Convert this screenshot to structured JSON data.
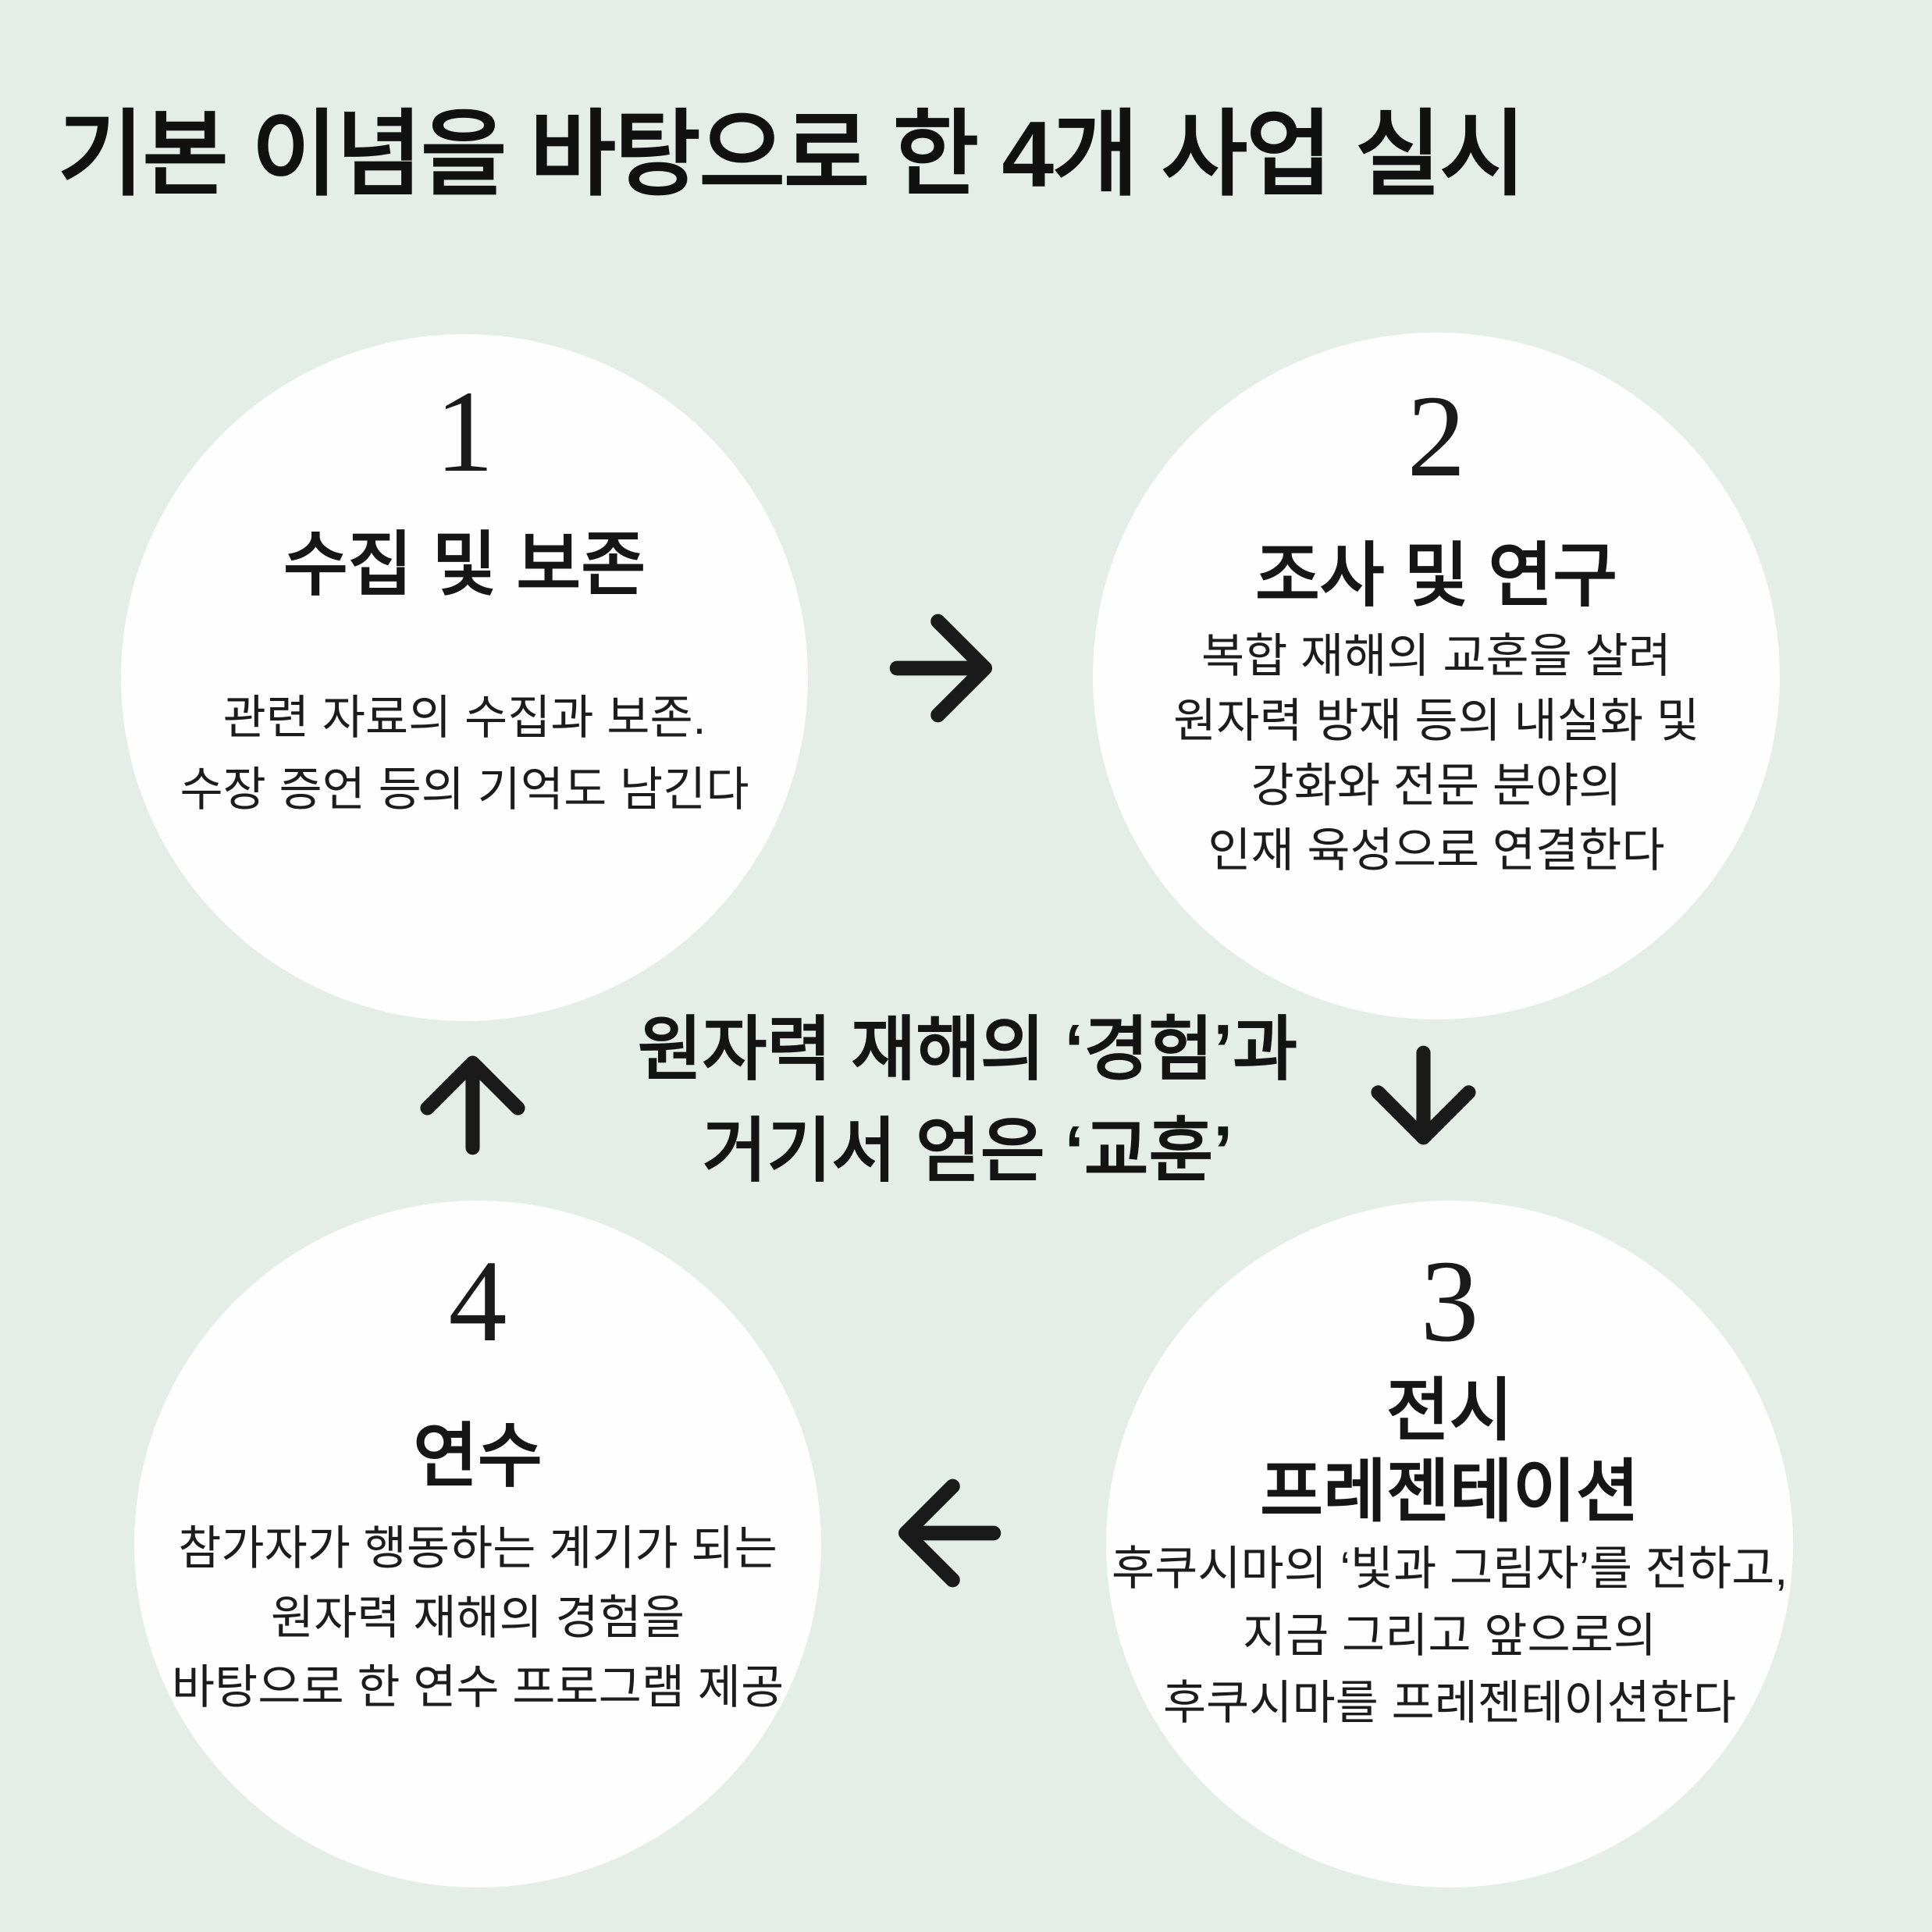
{
  "page": {
    "title": "기본 이념을 바탕으로 한 4개 사업 실시",
    "background_color": "#e4eee6",
    "circle_color": "#fefefe",
    "text_color": "#141414",
    "arrow_color": "#1a1a1a"
  },
  "center": {
    "text": "원자력 재해의 ‘경험’과\n거기서 얻은 ‘교훈’",
    "line1": "원자력 재해의 ‘경험’과",
    "line2": "거기서 얻은 ‘교훈’"
  },
  "steps": [
    {
      "number": "1",
      "title": "수집 및 보존",
      "lines": [
        "관련 자료의 수집과 보존.",
        "수장 증언 등의 기억도 남긴다"
      ]
    },
    {
      "number": "2",
      "title": "조사 및 연구",
      "lines": [
        "복합 재해의 교훈을 살려",
        "원자력 방재 등의 내실화 및",
        "강화와 전문 분야의",
        "인재 육성으로 연결한다"
      ]
    },
    {
      "number": "3",
      "title": "전시\n프레젠테이션",
      "lines": [
        "후쿠시마의 ‘빛과 그림자’를 전하고,",
        "지금 그리고 앞으로의",
        "후쿠시마를 프레젠테이션한다"
      ]
    },
    {
      "number": "4",
      "title": "연수",
      "lines": [
        "참가자가 행동하는 계기가 되는",
        "원자력 재해의 경험을",
        "바탕으로 한 연수 프로그램 제공"
      ]
    }
  ],
  "arrows": [
    {
      "name": "arrow-right",
      "direction": "right",
      "from": "1",
      "to": "2"
    },
    {
      "name": "arrow-down",
      "direction": "down",
      "from": "2",
      "to": "3"
    },
    {
      "name": "arrow-left",
      "direction": "left",
      "from": "3",
      "to": "4"
    },
    {
      "name": "arrow-up",
      "direction": "up",
      "from": "4",
      "to": "1"
    }
  ]
}
